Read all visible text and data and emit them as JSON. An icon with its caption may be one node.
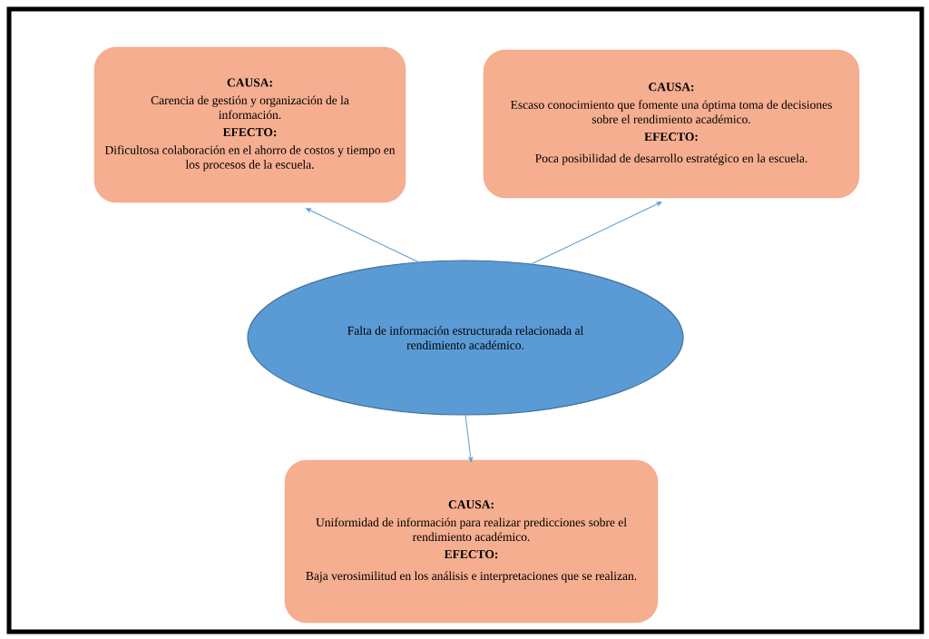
{
  "diagram": {
    "nodes": [
      {
        "text": [
          "CAUSA:",
          "Carencia de gestión y organización de la información.",
          "EFECTO:",
          "Dificultosa colaboración en el ahorro de costos y tiempo en los procesos de la escuela."
        ]
      },
      {
        "text": [
          "CAUSA:",
          "Escaso conocimiento que fomente una óptima toma de decisiones sobre el rendimiento académico.",
          "EFECTO:",
          "Poca posibilidad de desarrollo estratégico en la escuela."
        ]
      },
      {
        "text": [
          "Falta de información estructurada relacionada al rendimiento académico."
        ]
      },
      {
        "text": [
          "CAUSA:",
          "Uniformidad de información para realizar predicciones sobre el rendimiento académico.",
          "EFECTO:",
          "Baja verosimilitud en los análisis e interpretaciones que se realizan."
        ]
      }
    ],
    "edges": [
      {
        "from": 2,
        "to": 0,
        "arrow": "to"
      },
      {
        "from": 2,
        "to": 1,
        "arrow": "to"
      },
      {
        "from": 2,
        "to": 3,
        "arrow": "to"
      }
    ]
  }
}
